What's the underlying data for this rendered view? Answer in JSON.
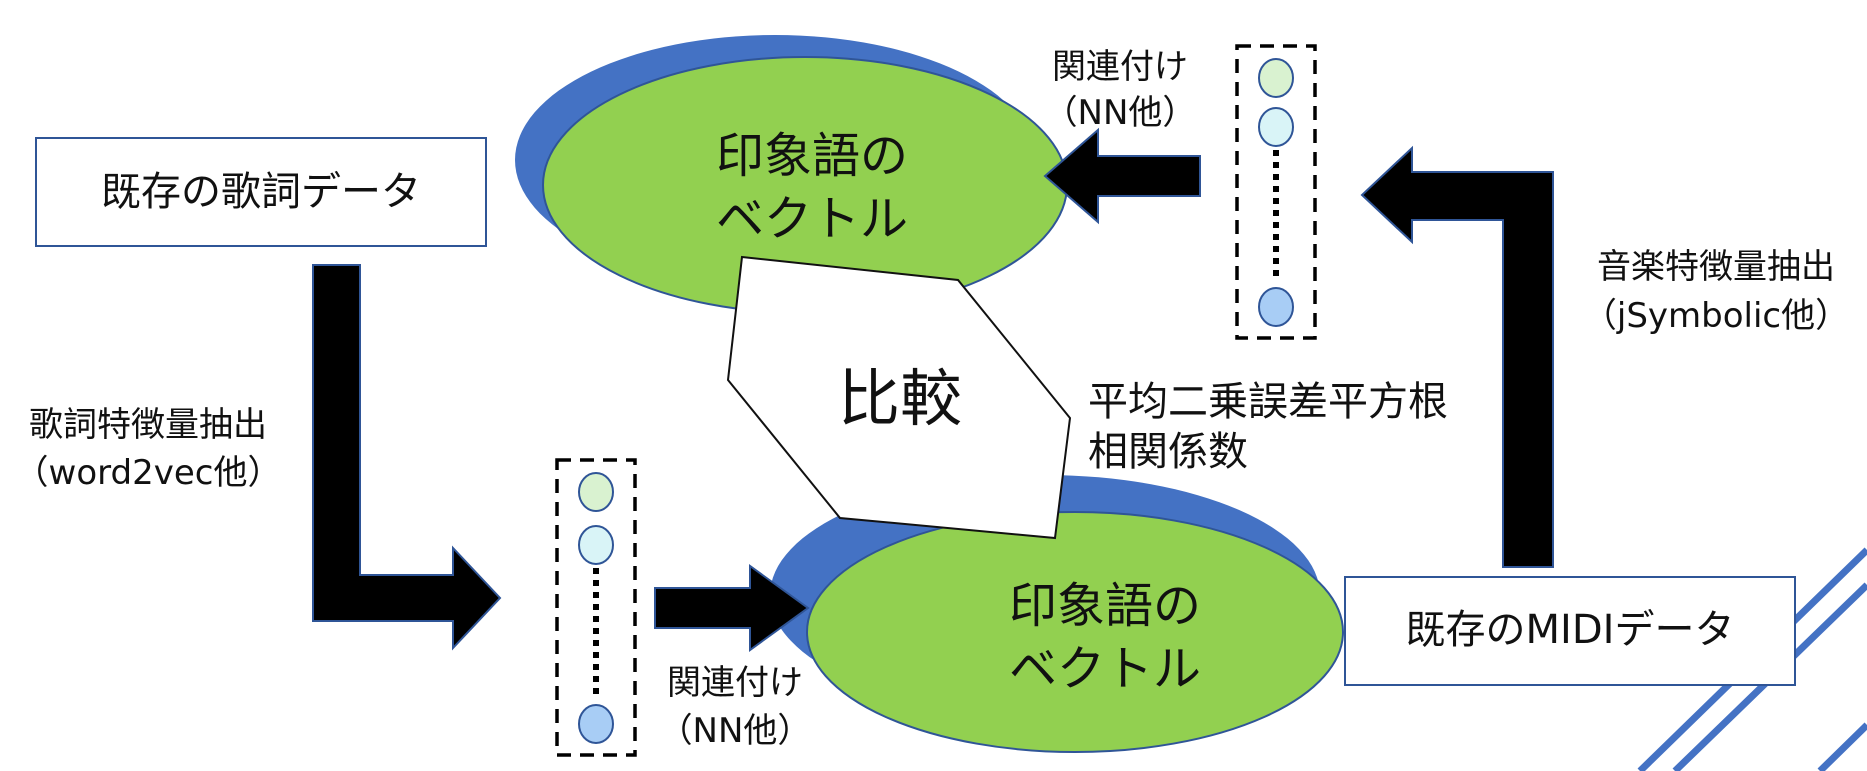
{
  "colors": {
    "ellipse_fill": "#92d050",
    "ellipse_shadow": "#4472c4",
    "ellipse_border": "#2f5597",
    "box_border": "#2f5597",
    "arrow": "#000000",
    "node_green": "#d9f2d0",
    "node_cyan": "#d9f4f7",
    "node_blue": "#a8cdf5",
    "deco_lines": "#4472c4"
  },
  "boxes": {
    "lyrics": "既存の歌詞データ",
    "midi": "既存のMIDIデータ"
  },
  "top_vector": {
    "line1": "印象語の",
    "line2": "ベクトル"
  },
  "bottom_vector": {
    "line1": "印象語の",
    "line2": "ベクトル"
  },
  "compare": {
    "label": "比較",
    "methods": [
      "平均二乗誤差平方根",
      "相関係数"
    ]
  },
  "lyrics_feature": {
    "line1": "歌詞特徴量抽出",
    "line2": "（word2vec他）"
  },
  "music_feature": {
    "line1": "音楽特徴量抽出",
    "line2": "（jSymbolic他）"
  },
  "assoc_top": {
    "line1": "関連付け",
    "line2": "（NN他）"
  },
  "assoc_bottom": {
    "line1": "関連付け",
    "line2": "（NN他）"
  },
  "feature_vectors": [
    {
      "nodes": [
        "green",
        "cyan",
        "blue"
      ]
    },
    {
      "nodes": [
        "green",
        "cyan",
        "blue"
      ]
    }
  ]
}
